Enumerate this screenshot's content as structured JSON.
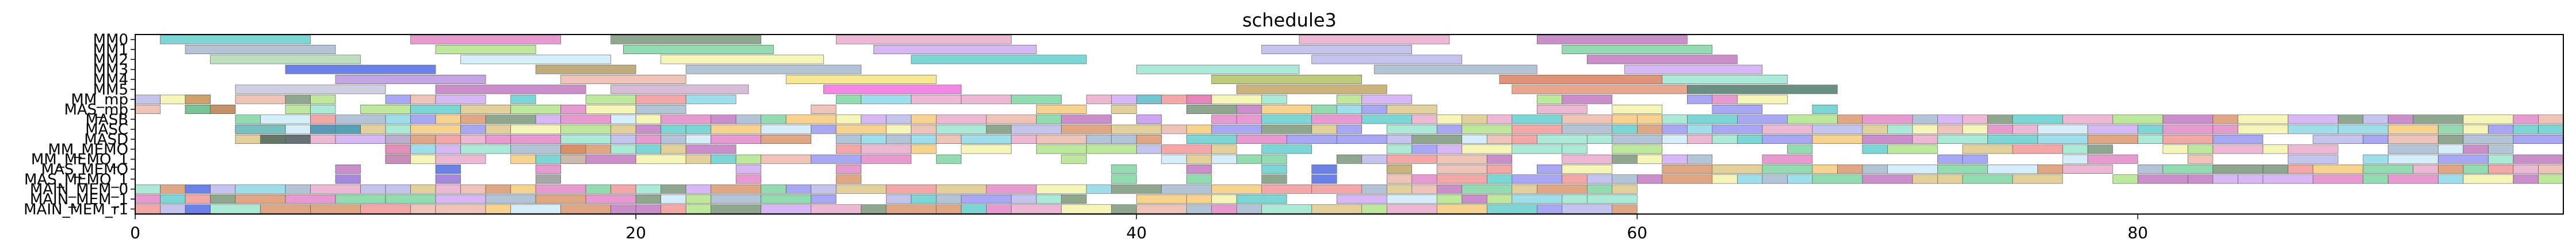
{
  "chart_data": {
    "type": "gantt",
    "title": "schedule3",
    "xlabel": "",
    "ylabel": "",
    "xlim": [
      0,
      97
    ],
    "xticks": [
      0,
      20,
      40,
      60,
      80
    ],
    "grid": false,
    "legend": "none",
    "rows": [
      "MM0",
      "MM1",
      "MM2",
      "MM3",
      "MM4",
      "MM5",
      "MM_mp",
      "MAS_mp",
      "MASB",
      "MASC",
      "MASD",
      "MM_MEMO",
      "MM_MEMO_1",
      "MAS_MEMO",
      "MAS_MEMO_1",
      "MAIN_MEM_0",
      "MAIN_MEM_1",
      "MAIN_MEM_r1"
    ],
    "ytick_labels": [
      "MM0",
      "MM1",
      "MM2",
      "MM3",
      "MM4",
      "MM5",
      "MM_mp",
      "MAS_mp",
      "MASB",
      "MASC",
      "MASD",
      "MM_MEMO",
      "MM_MEMO_1",
      "MAS_MEMO",
      "MAS_MEMO_1",
      "MAIN_MEM_0",
      "MAIN_MEM_1",
      "MAIN_MEM_r1"
    ],
    "ytick_display": [
      "MM0",
      "MM1",
      "MM2",
      "MM3",
      "MM4",
      "MM5",
      "MM_mp",
      "MAS_mp",
      "MASB",
      "MASC",
      "MASD",
      "MM_MEMO",
      "MM_MEMO_1",
      "MAS_MEMO",
      "MAS_MEMO_1",
      "MAIN_MEM_0",
      "MAIN_MEM_1",
      "MAIN_MEM_r1"
    ],
    "palette": [
      "#e6a0c4",
      "#8fe3c8",
      "#b0b0e8",
      "#d9c27a",
      "#f08a8a",
      "#7fd4e6",
      "#c9a0f0",
      "#a8e07a",
      "#f5c46b",
      "#9ab0c8",
      "#e07ac0",
      "#6fcf97",
      "#f2f2a0",
      "#8a8af0",
      "#e8b0a0",
      "#6a8a6a",
      "#c8e8f8",
      "#d48a5a",
      "#50c8c8",
      "#b86ab8"
    ],
    "tasks": [
      {
        "row": 0,
        "start": 1.0,
        "end": 7.0,
        "color": "#50c8c8"
      },
      {
        "row": 0,
        "start": 11.0,
        "end": 17.0,
        "color": "#e07ac0"
      },
      {
        "row": 0,
        "start": 19.0,
        "end": 25.0,
        "color": "#6a8a6a"
      },
      {
        "row": 0,
        "start": 28.0,
        "end": 35.0,
        "color": "#e6a0c4"
      },
      {
        "row": 0,
        "start": 46.5,
        "end": 52.5,
        "color": "#e6a0c4"
      },
      {
        "row": 0,
        "start": 56.0,
        "end": 62.0,
        "color": "#b86ab8"
      },
      {
        "row": 1,
        "start": 2.0,
        "end": 8.0,
        "color": "#9ab0c8"
      },
      {
        "row": 1,
        "start": 12.0,
        "end": 16.0,
        "color": "#a8e07a"
      },
      {
        "row": 1,
        "start": 19.5,
        "end": 25.5,
        "color": "#6fcf97"
      },
      {
        "row": 1,
        "start": 29.5,
        "end": 36.0,
        "color": "#c9a0f0"
      },
      {
        "row": 1,
        "start": 45.0,
        "end": 51.0,
        "color": "#b0b0e8"
      },
      {
        "row": 1,
        "start": 57.0,
        "end": 63.0,
        "color": "#6fcf97"
      },
      {
        "row": 2,
        "start": 3.0,
        "end": 9.0,
        "color": "#a8d4a8"
      },
      {
        "row": 2,
        "start": 13.0,
        "end": 19.0,
        "color": "#c8e8f8"
      },
      {
        "row": 2,
        "start": 21.0,
        "end": 27.5,
        "color": "#f2f2a0"
      },
      {
        "row": 2,
        "start": 31.0,
        "end": 38.0,
        "color": "#50c8c8"
      },
      {
        "row": 2,
        "start": 47.0,
        "end": 53.0,
        "color": "#b0b0e8"
      },
      {
        "row": 2,
        "start": 58.0,
        "end": 64.0,
        "color": "#b86ab8"
      },
      {
        "row": 3,
        "start": 6.0,
        "end": 12.0,
        "color": "#3a5ae0"
      },
      {
        "row": 3,
        "start": 16.0,
        "end": 20.0,
        "color": "#a89050"
      },
      {
        "row": 3,
        "start": 22.0,
        "end": 29.0,
        "color": "#9ab0c8"
      },
      {
        "row": 3,
        "start": 40.0,
        "end": 46.5,
        "color": "#8fe3c8"
      },
      {
        "row": 3,
        "start": 49.5,
        "end": 56.0,
        "color": "#9ab0c8"
      },
      {
        "row": 3,
        "start": 59.5,
        "end": 65.0,
        "color": "#c9a0f0"
      },
      {
        "row": 4,
        "start": 8.0,
        "end": 14.0,
        "color": "#b086d8"
      },
      {
        "row": 4,
        "start": 17.0,
        "end": 22.0,
        "color": "#e8b0a0"
      },
      {
        "row": 4,
        "start": 26.0,
        "end": 32.0,
        "color": "#f5e070"
      },
      {
        "row": 4,
        "start": 43.0,
        "end": 49.0,
        "color": "#a8b850"
      },
      {
        "row": 4,
        "start": 54.5,
        "end": 61.0,
        "color": "#d4704a"
      },
      {
        "row": 4,
        "start": 61.0,
        "end": 66.0,
        "color": "#8fe3c8"
      },
      {
        "row": 5,
        "start": 4.0,
        "end": 10.0,
        "color": "#c0c0d8"
      },
      {
        "row": 5,
        "start": 12.0,
        "end": 18.0,
        "color": "#b86ab8"
      },
      {
        "row": 5,
        "start": 19.0,
        "end": 24.5,
        "color": "#c8a8c8"
      },
      {
        "row": 5,
        "start": 27.5,
        "end": 33.0,
        "color": "#f060e0"
      },
      {
        "row": 5,
        "start": 44.0,
        "end": 50.0,
        "color": "#b89a50"
      },
      {
        "row": 5,
        "start": 55.0,
        "end": 62.0,
        "color": "#e08a6a"
      },
      {
        "row": 5,
        "start": 62.0,
        "end": 68.0,
        "color": "#3a6a5a"
      },
      {
        "row": 6,
        "start": 0.0,
        "end": 1.0,
        "color": "#b0b0e8"
      },
      {
        "row": 6,
        "start": 1.0,
        "end": 2.0,
        "color": "#f2f2a0"
      },
      {
        "row": 6,
        "start": 2.0,
        "end": 3.0,
        "color": "#d48a5a"
      },
      {
        "row": 6,
        "start": 40.0,
        "end": 41.0,
        "color": "#50c8c8"
      },
      {
        "row": 6,
        "start": 42.0,
        "end": 43.0,
        "color": "#e07ac0"
      },
      {
        "row": 7,
        "start": 0.0,
        "end": 1.0,
        "color": "#e8b0a0"
      },
      {
        "row": 7,
        "start": 2.0,
        "end": 3.0,
        "color": "#6fcf97"
      },
      {
        "row": 7,
        "start": 3.0,
        "end": 4.0,
        "color": "#d48a5a"
      },
      {
        "row": 8,
        "start": 40.0,
        "end": 41.0,
        "color": "#c9a0f0"
      },
      {
        "row": 9,
        "start": 4.0,
        "end": 6.0,
        "color": "#50c8c8"
      },
      {
        "row": 9,
        "start": 7.0,
        "end": 9.0,
        "color": "#3a8aa8"
      },
      {
        "row": 10,
        "start": 5.0,
        "end": 7.0,
        "color": "#3a5a5a"
      },
      {
        "row": 10,
        "start": 10.0,
        "end": 11.0,
        "color": "#b0b0e8"
      },
      {
        "row": 11,
        "start": 10.0,
        "end": 11.0,
        "color": "#e07ac0"
      },
      {
        "row": 11,
        "start": 17.0,
        "end": 18.0,
        "color": "#d48a5a"
      },
      {
        "row": 12,
        "start": 10.0,
        "end": 11.0,
        "color": "#b86ab8"
      },
      {
        "row": 12,
        "start": 17.0,
        "end": 18.0,
        "color": "#e8b0a0"
      },
      {
        "row": 13,
        "start": 8.0,
        "end": 9.0,
        "color": "#b86ab8"
      },
      {
        "row": 13,
        "start": 12.0,
        "end": 13.0,
        "color": "#3a5ae0"
      },
      {
        "row": 13,
        "start": 16.0,
        "end": 17.0,
        "color": "#e07ac0"
      },
      {
        "row": 13,
        "start": 24.0,
        "end": 25.0,
        "color": "#c9a0f0"
      },
      {
        "row": 13,
        "start": 28.0,
        "end": 29.0,
        "color": "#e07ac0"
      },
      {
        "row": 13,
        "start": 39.0,
        "end": 40.0,
        "color": "#6fcf97"
      },
      {
        "row": 13,
        "start": 42.0,
        "end": 43.0,
        "color": "#b86ab8"
      },
      {
        "row": 13,
        "start": 45.0,
        "end": 46.0,
        "color": "#50c8c8"
      },
      {
        "row": 13,
        "start": 47.0,
        "end": 48.0,
        "color": "#3a5ae0"
      },
      {
        "row": 13,
        "start": 50.0,
        "end": 51.0,
        "color": "#b89a50"
      },
      {
        "row": 14,
        "start": 8.0,
        "end": 9.0,
        "color": "#8a60d0"
      },
      {
        "row": 14,
        "start": 12.0,
        "end": 13.0,
        "color": "#8a60d0"
      },
      {
        "row": 14,
        "start": 16.0,
        "end": 17.0,
        "color": "#8a8a8a"
      },
      {
        "row": 14,
        "start": 24.0,
        "end": 25.0,
        "color": "#e07ac0"
      },
      {
        "row": 14,
        "start": 28.0,
        "end": 29.0,
        "color": "#d48a5a"
      },
      {
        "row": 14,
        "start": 39.0,
        "end": 40.0,
        "color": "#6fcf97"
      },
      {
        "row": 14,
        "start": 42.0,
        "end": 43.0,
        "color": "#6fcf97"
      },
      {
        "row": 14,
        "start": 45.0,
        "end": 46.0,
        "color": "#6a8a6a"
      },
      {
        "row": 14,
        "start": 47.0,
        "end": 48.0,
        "color": "#3a5ae0"
      },
      {
        "row": 14,
        "start": 50.0,
        "end": 51.0,
        "color": "#e8b0a0"
      },
      {
        "row": 15,
        "start": 0.0,
        "end": 1.0,
        "color": "#8fe3c8"
      },
      {
        "row": 15,
        "start": 1.0,
        "end": 2.0,
        "color": "#d48a5a"
      },
      {
        "row": 15,
        "start": 2.0,
        "end": 3.0,
        "color": "#3a5ae0"
      },
      {
        "row": 16,
        "start": 0.0,
        "end": 1.0,
        "color": "#e07ac0"
      },
      {
        "row": 16,
        "start": 1.0,
        "end": 2.0,
        "color": "#50c8c8"
      },
      {
        "row": 16,
        "start": 2.0,
        "end": 3.0,
        "color": "#f08a8a"
      },
      {
        "row": 17,
        "start": 0.0,
        "end": 1.0,
        "color": "#f08a8a"
      },
      {
        "row": 17,
        "start": 1.0,
        "end": 2.0,
        "color": "#b0b0e8"
      },
      {
        "row": 17,
        "start": 2.0,
        "end": 3.0,
        "color": "#3a5ae0"
      }
    ],
    "dense_bands": [
      {
        "rows": [
          6,
          7
        ],
        "start": 2,
        "end": 68,
        "seed": 11,
        "fill_prob": 0.55
      },
      {
        "rows": [
          8,
          9,
          10
        ],
        "start": 4,
        "end": 97,
        "seed": 23,
        "fill_prob": 0.95
      },
      {
        "rows": [
          11,
          12
        ],
        "start": 10,
        "end": 97,
        "seed": 37,
        "fill_prob": 0.75
      },
      {
        "rows": [
          13,
          14
        ],
        "start": 51,
        "end": 97,
        "seed": 41,
        "fill_prob": 0.9
      },
      {
        "rows": [
          15,
          16,
          17
        ],
        "start": 3,
        "end": 60,
        "seed": 53,
        "fill_prob": 0.97
      }
    ]
  }
}
